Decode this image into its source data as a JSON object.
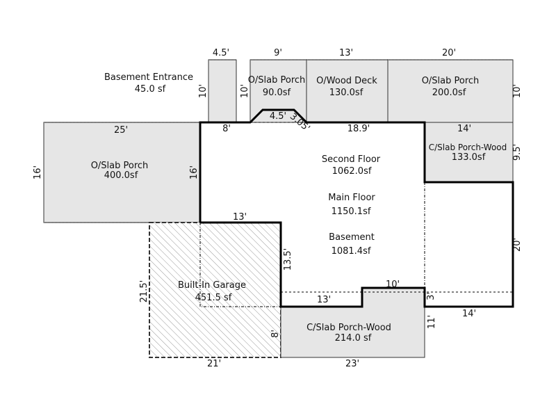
{
  "areas": {
    "basement_entrance": {
      "name": "Basement Entrance",
      "area": "45.0 sf",
      "width": "4.5'",
      "height": "10'"
    },
    "oslab_porch_small": {
      "name": "O/Slab Porch",
      "area": "90.0sf",
      "width": "9'",
      "height": "10'",
      "bump_width": "4.5'",
      "bump_diag": "3.05'"
    },
    "owood_deck": {
      "name": "O/Wood Deck",
      "area": "130.0sf",
      "width": "13'"
    },
    "oslab_porch_right": {
      "name": "O/Slab Porch",
      "area": "200.0sf",
      "width": "20'",
      "height": "10'"
    },
    "oslab_porch_left": {
      "name": "O/Slab Porch",
      "area": "400.0sf",
      "width": "25'",
      "height": "16'"
    },
    "cslab_porch_wood_right": {
      "name": "C/Slab Porch-Wood",
      "area": "133.0sf",
      "width": "14'",
      "height": "9.5'"
    },
    "second_floor": {
      "name": "Second Floor",
      "area": "1062.0sf"
    },
    "main_floor": {
      "name": "Main Floor",
      "area": "1150.1sf"
    },
    "basement": {
      "name": "Basement",
      "area": "1081.4sf"
    },
    "garage": {
      "name": "Built-In Garage",
      "area": "451.5 sf",
      "width": "21'",
      "height": "21.5'",
      "inner_height": "8'"
    },
    "cslab_porch_wood_bottom": {
      "name": "C/Slab Porch-Wood",
      "area": "214.0 sf",
      "width": "23'",
      "height": "11'"
    }
  },
  "dimensions": {
    "main_top_left": "8'",
    "main_top_right": "18.9'",
    "main_left": "16'",
    "main_step": "13'",
    "main_step_height": "13.5'",
    "bottom_left": "13'",
    "bottom_bump": "10'",
    "bottom_bump_height": "3'",
    "bottom_right": "14'",
    "right_height": "20'"
  }
}
